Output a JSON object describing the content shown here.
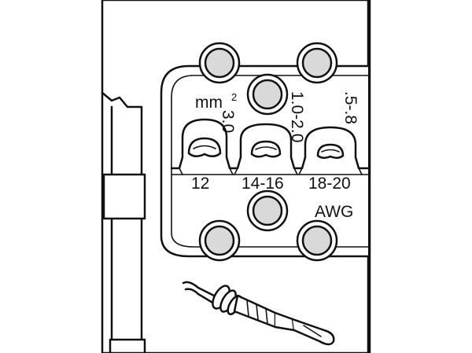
{
  "labels": {
    "unit_mm": "mm",
    "unit_mm_sup": "2",
    "mm_cross_section_1": "3.0",
    "mm_cross_section_2": "1.0-2.0",
    "mm_cross_section_3": ".5-.8",
    "awg_1": "12",
    "awg_2": "14-16",
    "awg_3": "18-20",
    "unit_awg": "AWG"
  }
}
